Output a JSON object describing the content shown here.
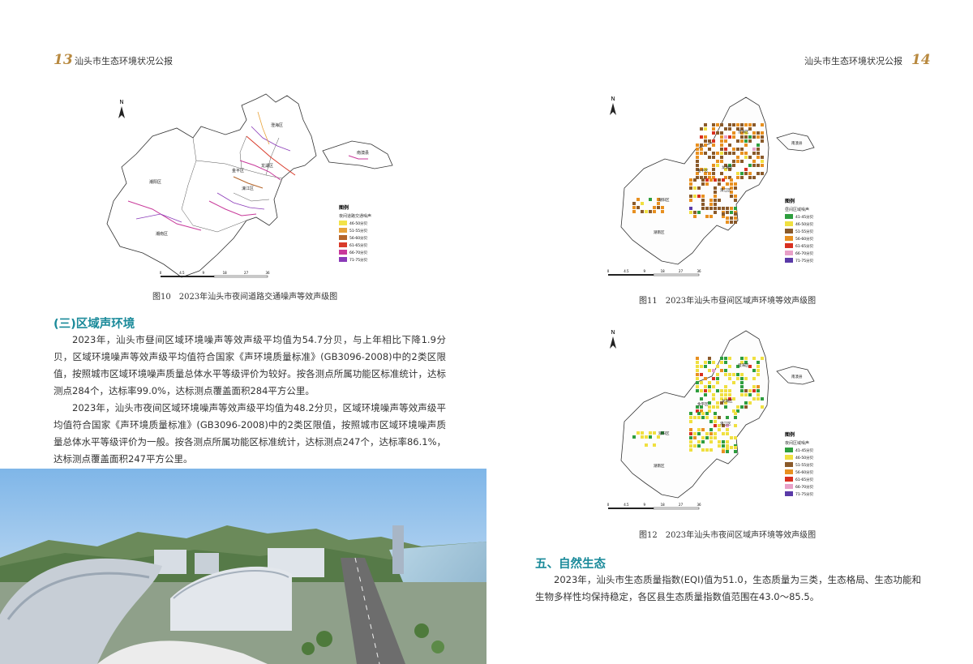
{
  "left_page": {
    "page_number": "13",
    "running_title": "汕头市生态环境状况公报",
    "map10": {
      "north": "N",
      "districts": [
        "潮阳区",
        "潮南区",
        "金平区",
        "龙湖区",
        "濠江区",
        "澄海区",
        "南澳县"
      ],
      "legend_title": "图例",
      "legend_subtitle": "夜间道路交通噪声",
      "legend_items": [
        "46-50分贝",
        "51-55分贝",
        "56-60分贝",
        "61-65分贝",
        "66-70分贝",
        "71-75分贝"
      ],
      "legend_colors": [
        "#f2e34a",
        "#e8a23a",
        "#b5652a",
        "#d93a2a",
        "#c8399a",
        "#8a3ab8"
      ],
      "scale_labels": [
        "0",
        "4.5",
        "9",
        "18",
        "27",
        "36"
      ],
      "caption": "图10　2023年汕头市夜间道路交通噪声等效声级图"
    },
    "section_heading": "(三)区域声环境",
    "paragraphs": [
      "2023年，汕头市昼间区域环境噪声等效声级平均值为54.7分贝，与上年相比下降1.9分贝，区域环境噪声等效声级平均值符合国家《声环境质量标准》(GB3096-2008)中的2类区限值，按照城市区域环境噪声质量总体水平等级评价为较好。按各测点所属功能区标准统计，达标测点284个，达标率99.0%，达标测点覆盖面积284平方公里。",
      "2023年，汕头市夜间区域环境噪声等效声级平均值为48.2分贝，区域环境噪声等效声级平均值符合国家《声环境质量标准》(GB3096-2008)中的2类区限值，按照城市区域环境噪声质量总体水平等级评价为一般。按各测点所属功能区标准统计，达标测点247个，达标率86.1%，达标测点覆盖面积247平方公里。"
    ]
  },
  "right_page": {
    "page_number": "14",
    "running_title": "汕头市生态环境状况公报",
    "map11": {
      "north": "N",
      "districts": [
        "澄海区",
        "南澳县",
        "金平区",
        "龙湖区",
        "濠江区",
        "潮阳区",
        "潮南区"
      ],
      "legend_title": "图例",
      "legend_subtitle": "昼间区域噪声",
      "legend_items": [
        "41-45分贝",
        "46-50分贝",
        "51-55分贝",
        "56-60分贝",
        "61-65分贝",
        "66-70分贝",
        "71-75分贝"
      ],
      "legend_colors": [
        "#2e9e3e",
        "#f0e040",
        "#8a5a2a",
        "#e89020",
        "#d83020",
        "#e8a0c8",
        "#5a3aa8"
      ],
      "scale_labels": [
        "0",
        "4.5",
        "9",
        "18",
        "27",
        "36"
      ],
      "caption": "图11　2023年汕头市昼间区域声环境等效声级图"
    },
    "map12": {
      "north": "N",
      "districts": [
        "澄海区",
        "南澳县",
        "金平区",
        "龙湖区",
        "濠江区",
        "潮阳区",
        "潮南区"
      ],
      "legend_title": "图例",
      "legend_subtitle": "夜间区域噪声",
      "legend_items": [
        "41-45分贝",
        "46-50分贝",
        "51-55分贝",
        "56-60分贝",
        "61-65分贝",
        "66-70分贝",
        "71-75分贝"
      ],
      "legend_colors": [
        "#2e9e3e",
        "#f0e040",
        "#8a5a2a",
        "#e89020",
        "#d83020",
        "#e8a0c8",
        "#5a3aa8"
      ],
      "scale_labels": [
        "0",
        "4.5",
        "9",
        "18",
        "27",
        "36"
      ],
      "caption": "图12　2023年汕头市夜间区域声环境等效声级图"
    },
    "section_heading": "五、自然生态",
    "paragraph": "2023年，汕头市生态质量指数(EQI)值为51.0，生态质量为三类，生态格局、生态功能和生物多样性均保持稳定，各区县生态质量指数值范围在43.0～85.5。"
  },
  "colors": {
    "accent_teal": "#1a8a9a",
    "page_number_gold": "#b8893f"
  }
}
